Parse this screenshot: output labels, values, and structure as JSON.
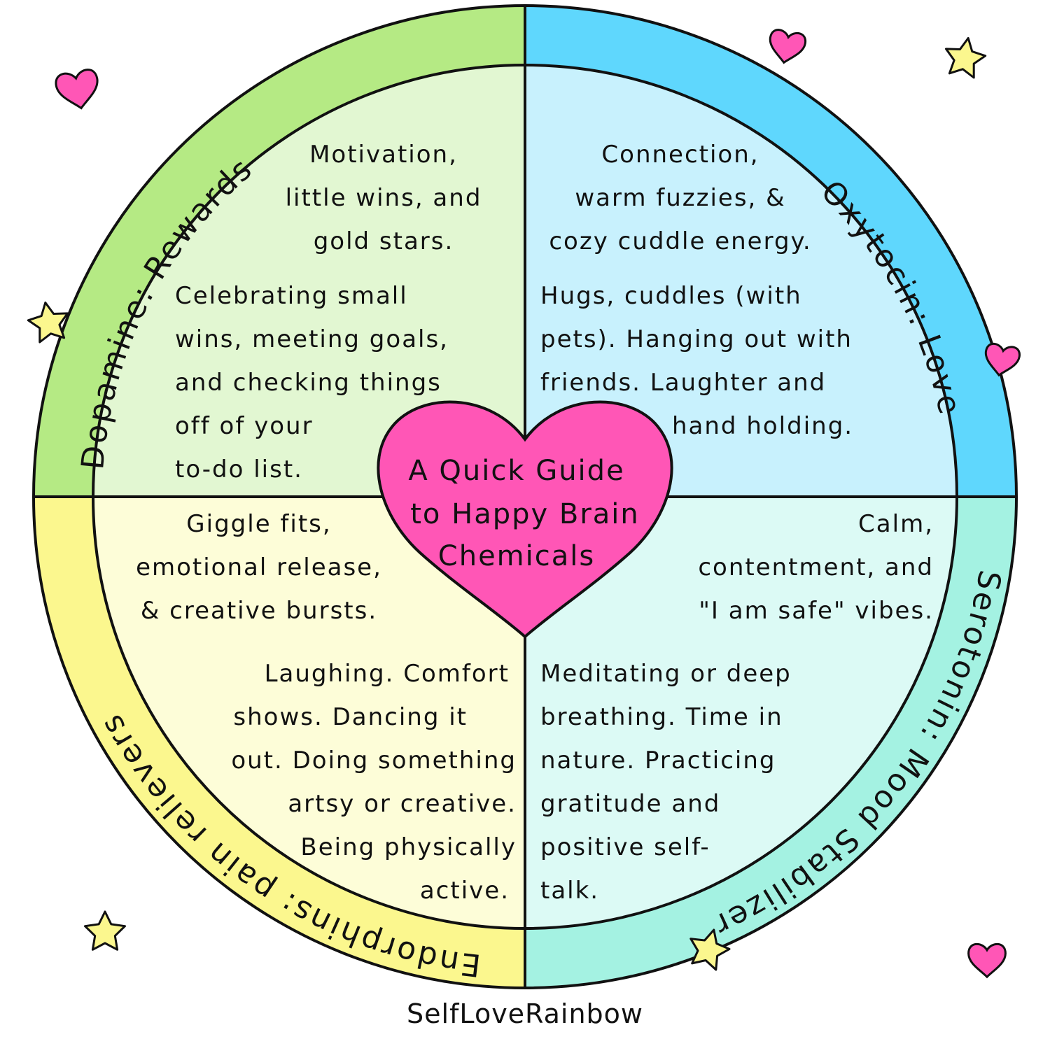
{
  "colors": {
    "dopamine_ring": "#b5ea84",
    "dopamine_fill": "#e2f7d2",
    "oxytocin_ring": "#5fd7fd",
    "oxytocin_fill": "#c8f1fd",
    "endorphins_ring": "#fbf78e",
    "endorphins_fill": "#fdfdd8",
    "serotonin_ring": "#a4f2e2",
    "serotonin_fill": "#dcfaf5",
    "heart": "#ff56b6",
    "star": "#fbf78e",
    "outline": "#111111"
  },
  "center": {
    "line1": "A Quick Guide",
    "line2": "to Happy Brain",
    "line3": "Chemicals"
  },
  "quadrants": {
    "dopamine": {
      "ring_label": "Dopamine: Rewards",
      "summary": [
        "Motivation,",
        "little wins, and",
        "gold stars."
      ],
      "activities": [
        "Celebrating small",
        "wins, meeting goals,",
        "and checking things",
        "off of your",
        "to-do list."
      ]
    },
    "oxytocin": {
      "ring_label": "Oxytocin: Love",
      "summary": [
        "Connection,",
        "warm fuzzies, &",
        "cozy cuddle energy."
      ],
      "activities": [
        "Hugs, cuddles (with",
        "pets). Hanging out with",
        "friends. Laughter and",
        "hand holding."
      ]
    },
    "endorphins": {
      "ring_label": "Endorphins: pain relievers",
      "summary": [
        "Giggle fits,",
        "emotional release,",
        "& creative bursts."
      ],
      "activities": [
        "Laughing. Comfort",
        "shows. Dancing it",
        "out. Doing something",
        "artsy or creative.",
        "Being physically",
        "active."
      ]
    },
    "serotonin": {
      "ring_label": "Serotonin: Mood Stabilizer",
      "summary": [
        "Calm,",
        "contentment, and",
        "\"I am safe\" vibes."
      ],
      "activities": [
        "Meditating or deep",
        "breathing. Time in",
        "nature. Practicing",
        "gratitude and",
        "positive self-",
        "talk."
      ]
    }
  },
  "decorations": {
    "heart_icon": "heart-icon",
    "star_icon": "star-icon"
  },
  "credit": "SelfLoveRainbow"
}
